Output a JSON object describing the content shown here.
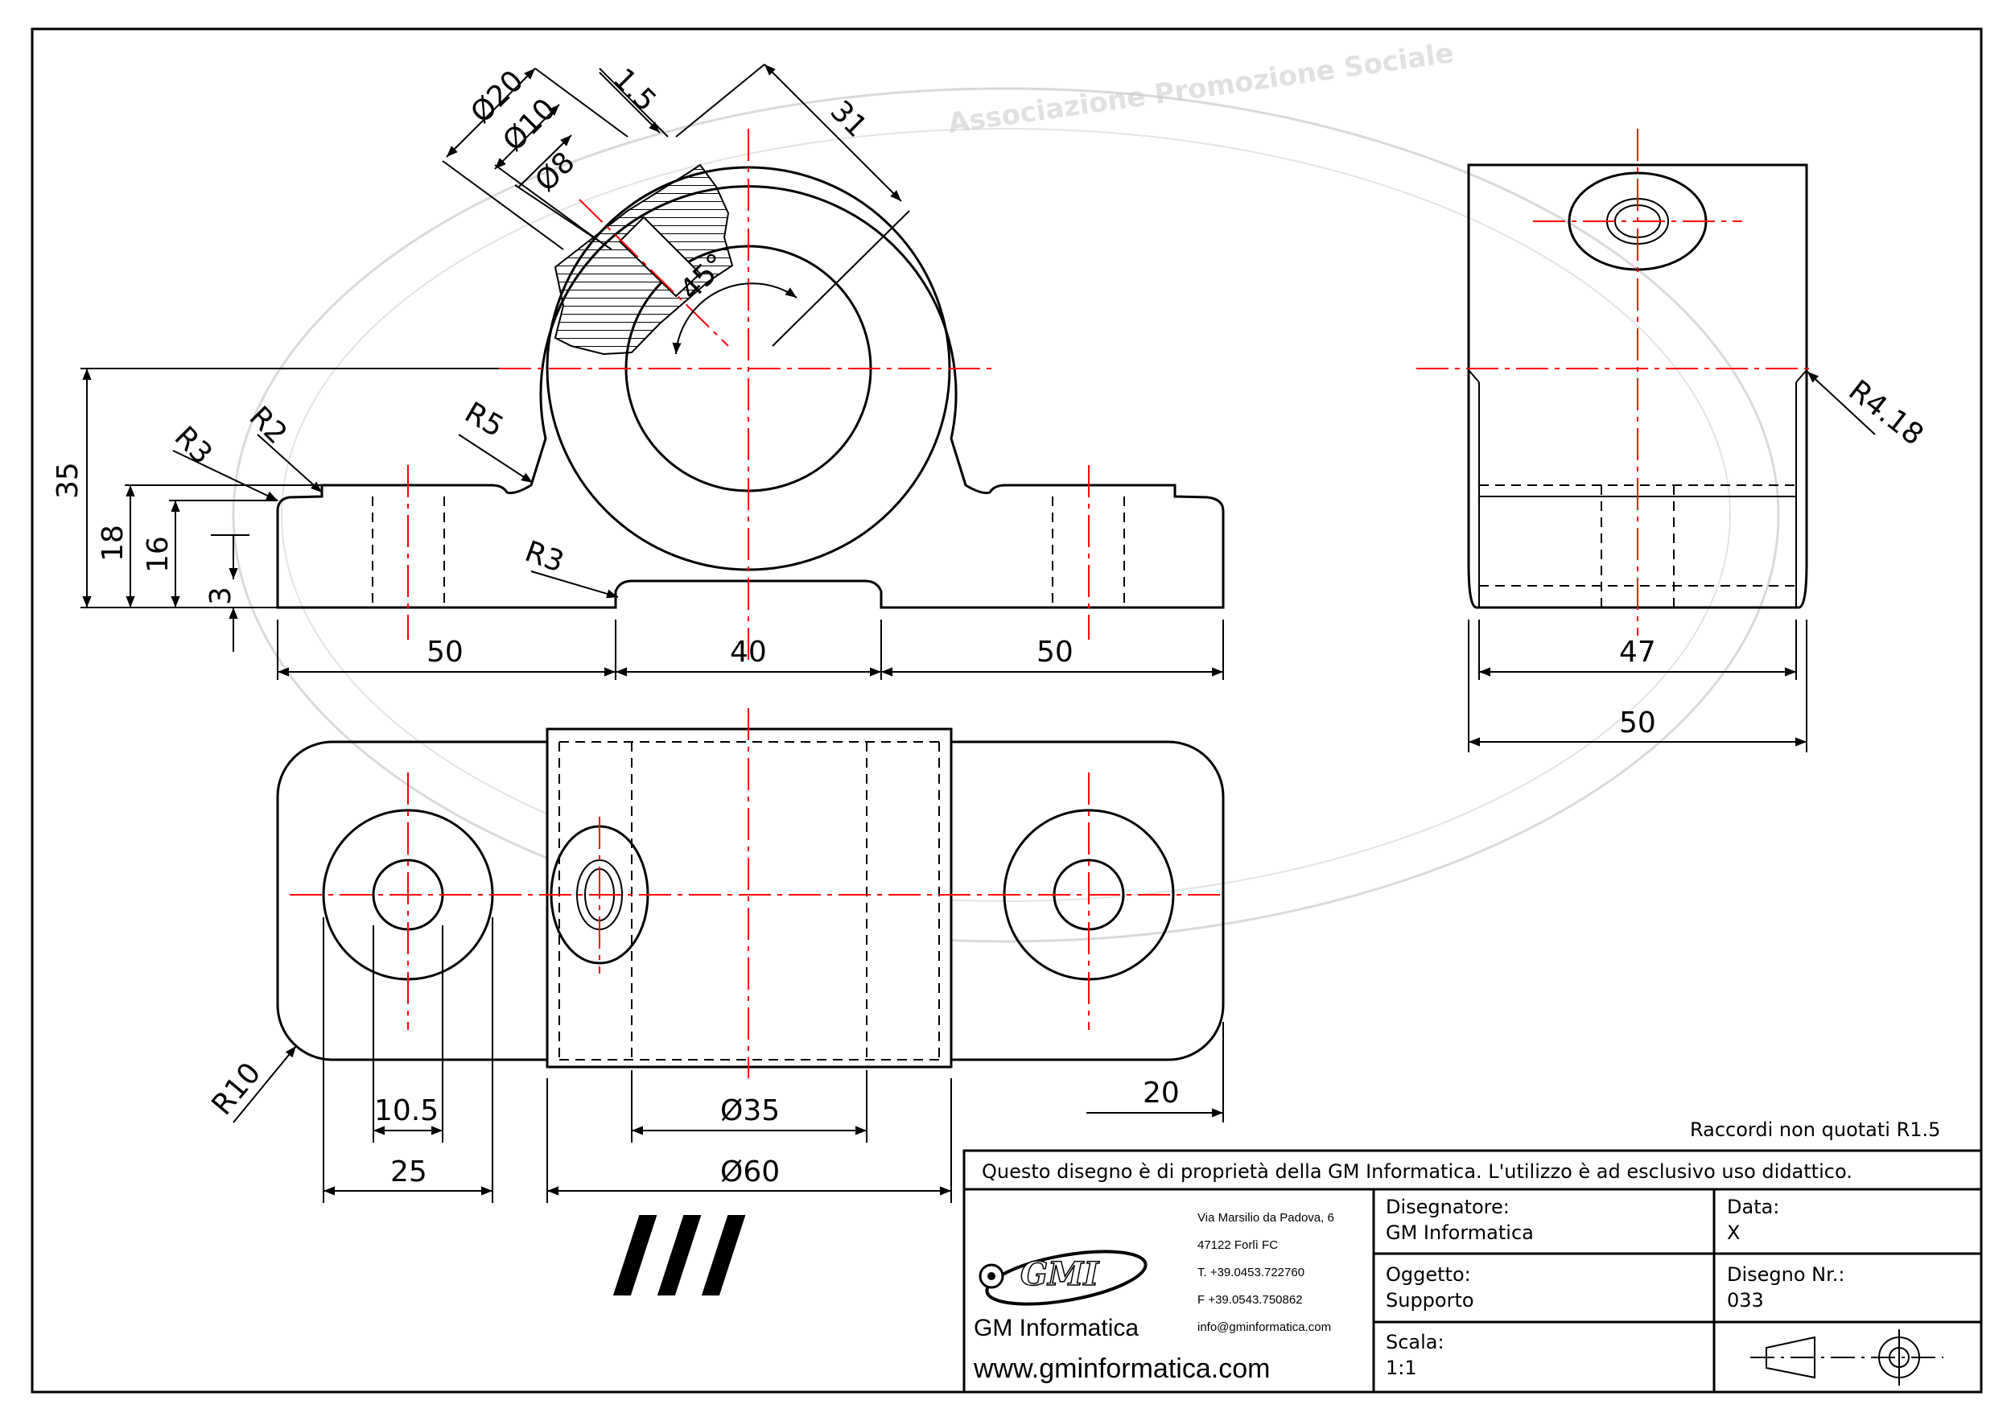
{
  "watermark": {
    "text": "Associazione Promozione Sociale"
  },
  "dimensions": {
    "d20": "Ø20",
    "d10": "Ø10",
    "d8": "Ø8",
    "d15": "1.5",
    "d31": "31",
    "a45": "45°",
    "r3a": "R3",
    "r2": "R2",
    "r5": "R5",
    "r3b": "R3",
    "h35": "35",
    "h18": "18",
    "h16": "16",
    "h3": "3",
    "w50a": "50",
    "w40": "40",
    "w50b": "50",
    "r418": "R4.18",
    "w47": "47",
    "w50side": "50",
    "r10": "R10",
    "d105": "10.5",
    "d35": "Ø35",
    "w20": "20",
    "w25": "25",
    "d60": "Ø60"
  },
  "notes": {
    "fillets": "Raccordi non quotati R1.5"
  },
  "title_block": {
    "ownership": "Questo disegno è di proprietà della GM Informatica. L'utilizzo è ad esclusivo uso didattico.",
    "logo_text": "GMI",
    "company": "GM Informatica",
    "website": "www.gminformatica.com",
    "address1": "Via Marsilio da Padova, 6",
    "address2": "47122  Forlì  FC",
    "phone": "T. +39.0453.722760",
    "fax": "F +39.0543.750862",
    "email": "info@gminformatica.com",
    "designer_label": "Disegnatore:",
    "designer": "GM  Informatica",
    "date_label": "Data:",
    "date": "X",
    "object_label": "Oggetto:",
    "object": "Supporto",
    "drawing_no_label": "Disegno  Nr.:",
    "drawing_no": "033",
    "scale_label": "Scala:",
    "scale": "1:1"
  },
  "colors": {
    "line": "#000000",
    "center_line": "#ff0000",
    "watermark": "#c8c8c8"
  }
}
